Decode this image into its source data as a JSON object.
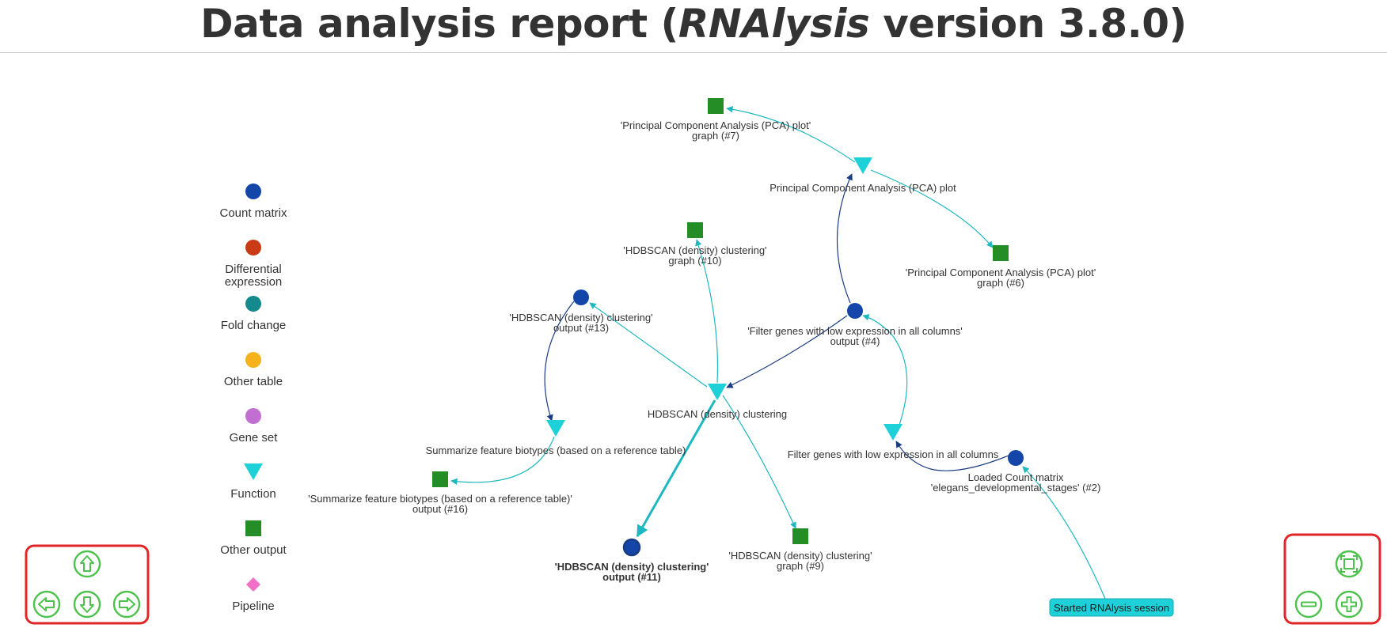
{
  "title": {
    "prefix": "Data analysis report (",
    "app": "RNAlysis",
    "suffix": " version 3.8.0)"
  },
  "colors": {
    "count_matrix": "#1346a8",
    "differential_expression": "#c93a16",
    "fold_change": "#148a8e",
    "other_table": "#f5b21b",
    "gene_set": "#c26fd2",
    "function": "#1ed1d9",
    "other_output": "#258d25",
    "pipeline": "#f26fc8",
    "edge_function": "#1eb8c0",
    "edge_dark": "#1a3c84",
    "control_green": "#4cc24c",
    "control_border": "#e02626"
  },
  "legend": [
    {
      "key": "count_matrix",
      "shape": "circle",
      "lines": [
        "Count matrix"
      ]
    },
    {
      "key": "differential_expression",
      "shape": "circle",
      "lines": [
        "Differential",
        "expression"
      ]
    },
    {
      "key": "fold_change",
      "shape": "circle",
      "lines": [
        "Fold change"
      ]
    },
    {
      "key": "other_table",
      "shape": "circle",
      "lines": [
        "Other table"
      ]
    },
    {
      "key": "gene_set",
      "shape": "circle",
      "lines": [
        "Gene set"
      ]
    },
    {
      "key": "function",
      "shape": "triangle",
      "lines": [
        "Function"
      ]
    },
    {
      "key": "other_output",
      "shape": "square",
      "lines": [
        "Other output"
      ]
    },
    {
      "key": "pipeline",
      "shape": "diamond",
      "lines": [
        "Pipeline"
      ]
    }
  ],
  "nodes": [
    {
      "id": "n7",
      "shape": "square",
      "kind": "other_output",
      "lines": [
        "'Principal Component Analysis (PCA) plot'",
        "graph (#7)"
      ]
    },
    {
      "id": "fpca",
      "shape": "triangle",
      "kind": "function",
      "lines": [
        "Principal Component Analysis (PCA) plot"
      ]
    },
    {
      "id": "n6",
      "shape": "square",
      "kind": "other_output",
      "lines": [
        "'Principal Component Analysis (PCA) plot'",
        "graph (#6)"
      ]
    },
    {
      "id": "n10",
      "shape": "square",
      "kind": "other_output",
      "lines": [
        "'HDBSCAN (density) clustering'",
        "graph (#10)"
      ]
    },
    {
      "id": "n13",
      "shape": "circle",
      "kind": "count_matrix",
      "lines": [
        "'HDBSCAN (density) clustering'",
        "output (#13)"
      ]
    },
    {
      "id": "n4",
      "shape": "circle",
      "kind": "count_matrix",
      "lines": [
        "'Filter genes with low expression in all columns'",
        "output (#4)"
      ]
    },
    {
      "id": "fhdb",
      "shape": "triangle",
      "kind": "function",
      "lines": [
        "HDBSCAN (density) clustering"
      ]
    },
    {
      "id": "fsum",
      "shape": "triangle",
      "kind": "function",
      "lines": [
        "Summarize feature biotypes (based on a reference table)"
      ]
    },
    {
      "id": "ffil",
      "shape": "triangle",
      "kind": "function",
      "lines": [
        "Filter genes with low expression in all columns"
      ]
    },
    {
      "id": "n2",
      "shape": "circle",
      "kind": "count_matrix",
      "lines": [
        "Loaded Count matrix",
        "'elegans_developmental_stages' (#2)"
      ]
    },
    {
      "id": "n16",
      "shape": "square",
      "kind": "other_output",
      "lines": [
        "'Summarize feature biotypes (based on a reference table)'",
        "output (#16)"
      ]
    },
    {
      "id": "n11",
      "shape": "circle",
      "kind": "count_matrix",
      "bold": true,
      "lines": [
        "'HDBSCAN (density) clustering'",
        "output (#11)"
      ]
    },
    {
      "id": "n9",
      "shape": "square",
      "kind": "other_output",
      "lines": [
        "'HDBSCAN (density) clustering'",
        "graph (#9)"
      ]
    },
    {
      "id": "start",
      "shape": "box",
      "kind": "function",
      "lines": [
        "Started RNAlysis session"
      ]
    }
  ],
  "edges": [
    {
      "from": "start",
      "to": "n2",
      "color": "function"
    },
    {
      "from": "n2",
      "to": "ffil",
      "color": "dark"
    },
    {
      "from": "ffil",
      "to": "n4",
      "color": "function"
    },
    {
      "from": "n4",
      "to": "fpca",
      "color": "dark"
    },
    {
      "from": "fpca",
      "to": "n7",
      "color": "function"
    },
    {
      "from": "fpca",
      "to": "n6",
      "color": "function"
    },
    {
      "from": "n4",
      "to": "fhdb",
      "color": "dark"
    },
    {
      "from": "fhdb",
      "to": "n10",
      "color": "function"
    },
    {
      "from": "fhdb",
      "to": "n13",
      "color": "function"
    },
    {
      "from": "fhdb",
      "to": "n11",
      "color": "function",
      "bold": true
    },
    {
      "from": "fhdb",
      "to": "n9",
      "color": "function"
    },
    {
      "from": "n13",
      "to": "fsum",
      "color": "dark"
    },
    {
      "from": "fsum",
      "to": "n16",
      "color": "function"
    }
  ],
  "controls": {
    "nav": [
      {
        "name": "pan-up-button",
        "icon": "arrow-up-icon"
      },
      {
        "name": "pan-left-button",
        "icon": "arrow-left-icon"
      },
      {
        "name": "pan-down-button",
        "icon": "arrow-down-icon"
      },
      {
        "name": "pan-right-button",
        "icon": "arrow-right-icon"
      }
    ],
    "zoom": [
      {
        "name": "fit-view-button",
        "icon": "fit-to-screen-icon"
      },
      {
        "name": "zoom-out-button",
        "icon": "minus-icon"
      },
      {
        "name": "zoom-in-button",
        "icon": "plus-icon"
      }
    ]
  }
}
